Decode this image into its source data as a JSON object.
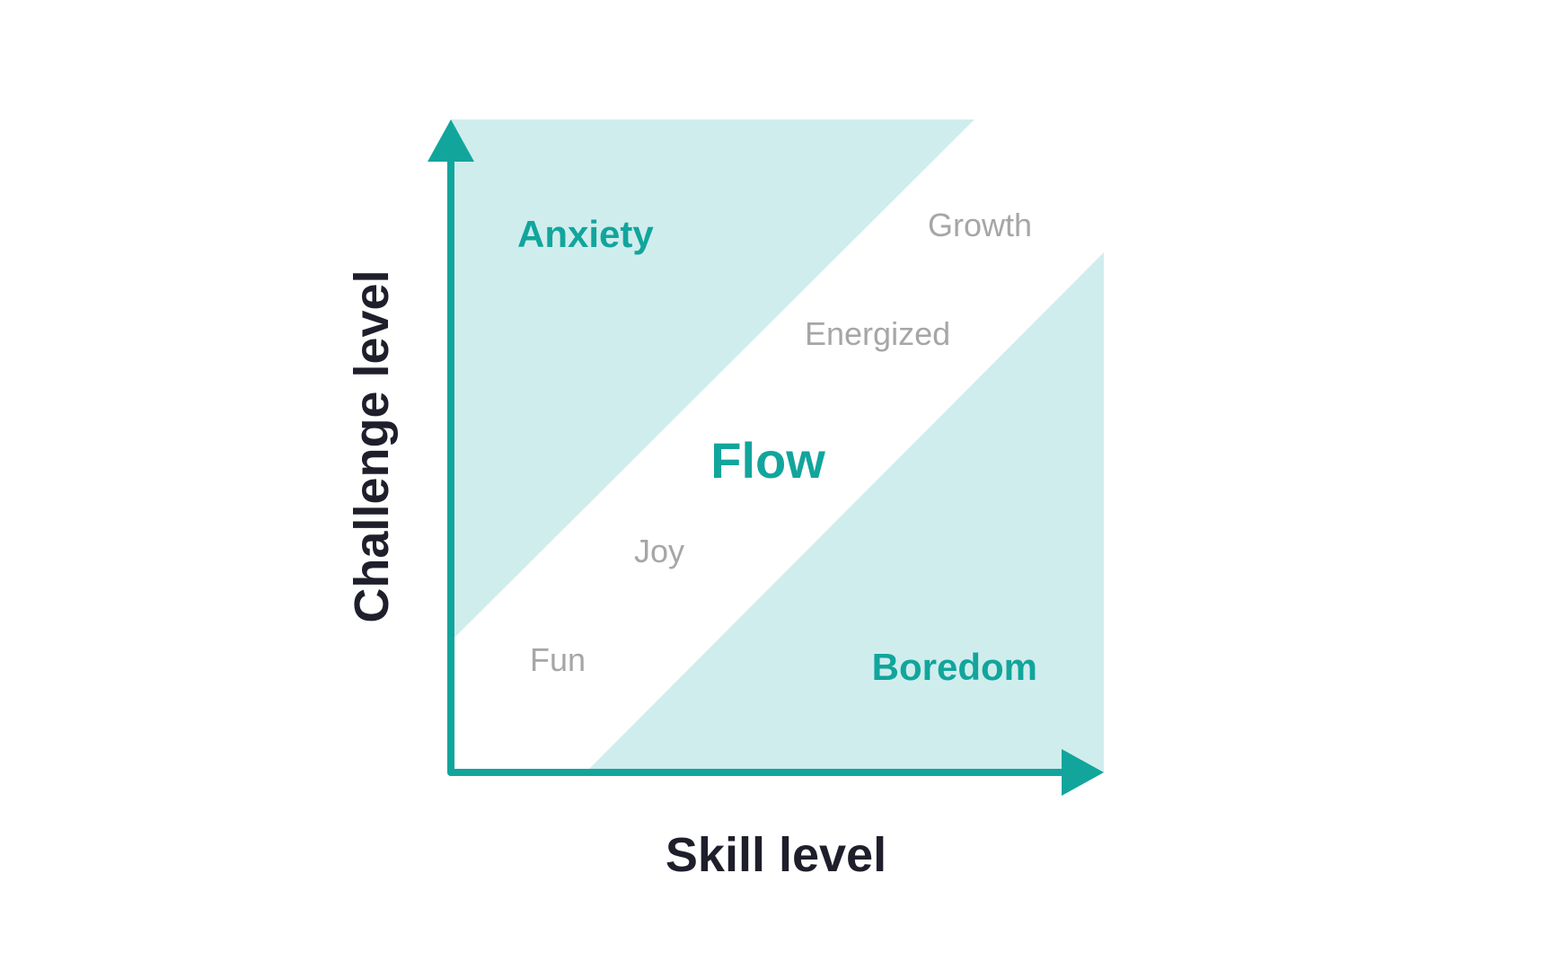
{
  "diagram": {
    "axes": {
      "x_label": "Skill level",
      "y_label": "Challenge level"
    },
    "zones": {
      "anxiety": "Anxiety",
      "flow": "Flow",
      "boredom": "Boredom"
    },
    "states": {
      "growth": "Growth",
      "energized": "Energized",
      "joy": "Joy",
      "fun": "Fun"
    },
    "colors": {
      "accent": "#12a59c",
      "zone_fill": "#d0eded",
      "state_text": "#a6a6a6",
      "axis_text": "#1e1f2b",
      "background": "#ffffff"
    }
  }
}
